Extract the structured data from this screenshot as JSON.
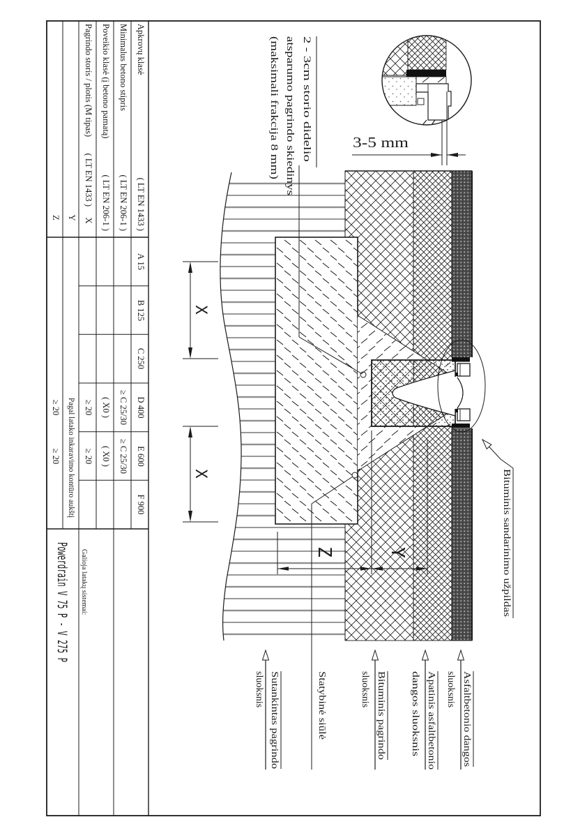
{
  "table": {
    "rows": [
      {
        "name": "Apkrovų klasė",
        "standard": "( LT EN 1433 )"
      },
      {
        "name": "Minimalus betono stipris",
        "standard": "( LT EN 206-1 )"
      },
      {
        "name": "Poveikio klasė (į betono pamatą)",
        "standard": "( LT EN 206-1 )"
      },
      {
        "name": "Pagrindo storis / plotis (M tipas)",
        "standard": "( LT EN 1433 )"
      }
    ],
    "dim_rows": {
      "x": "X",
      "y": "Y",
      "z": "Z"
    },
    "load_classes": [
      "A 15",
      "B 125",
      "C 250",
      "D 400",
      "E 600",
      "F 900"
    ],
    "strength": {
      "d400": "≥ C 25/30",
      "e600": "≥ C 25/30"
    },
    "exposure": {
      "d400": "( X0 )",
      "e600": "( X0 )"
    },
    "x_vals": {
      "d400": "≥ 20",
      "e600": "≥ 20"
    },
    "y_note": "Pagal latako inkaravimo kontūro aukštį",
    "z_vals": {
      "d400": "≥ 20",
      "e600": "≥ 20"
    },
    "footer_label": "Galioja latakų sistemai:",
    "footer_system": "Powerdrain V 75 P - V 275 P"
  },
  "notes": {
    "mortar_l1": "2 - 3cm storio didelio",
    "mortar_l2": "atsparumo pagrindo skiedinys",
    "mortar_l3": "(maksimali frakcija 8 mm)",
    "gap_dim": "3-5 mm",
    "seal_label": "Bituminis sandarinimo užpildas"
  },
  "layers": {
    "l1a": "Sutankintas pagrindo",
    "l1b": "sluoksnis",
    "l2a": "Statybinė siūlė",
    "l3a": "Bituminis pagrindo",
    "l3b": "sluoksnis",
    "l4a": "Apatinis asfaltbetonio",
    "l4b": "dangos sluoksnis",
    "l5a": "Asfaltbetonio dangos",
    "l5b": "sluoksnis"
  },
  "dims": {
    "x": "X",
    "y": "Y",
    "z": "Z"
  },
  "colors": {
    "ink": "#1b1b1b",
    "gray_line": "#8f8f8f",
    "surface_band": "#4d4d4d"
  }
}
